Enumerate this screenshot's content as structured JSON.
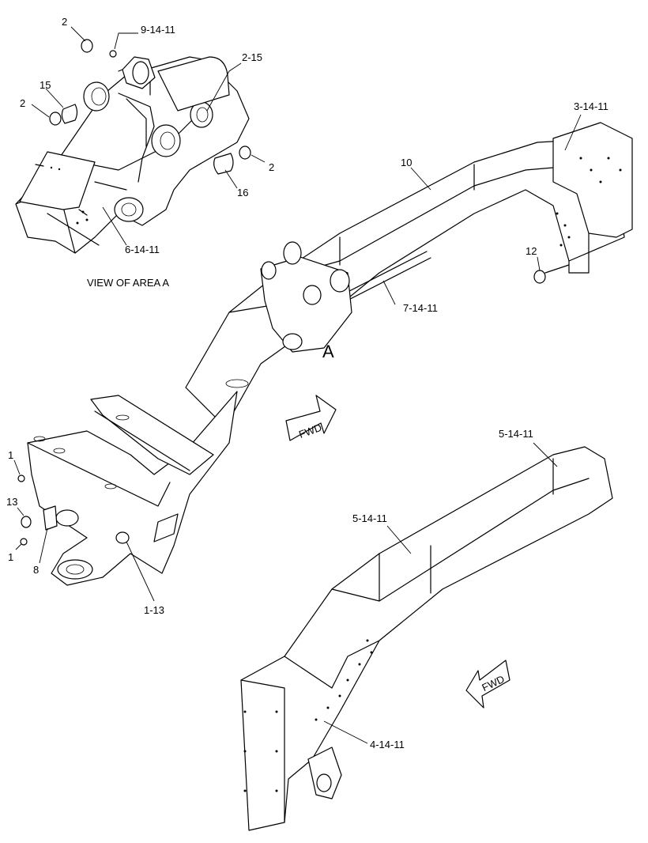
{
  "callouts": {
    "c_2_top": "2",
    "c_9_14_11": "9-14-11",
    "c_2_15": "2-15",
    "c_15": "15",
    "c_2_left": "2",
    "c_2_right": "2",
    "c_16": "16",
    "c_6_14_11": "6-14-11",
    "c_3_14_11": "3-14-11",
    "c_10": "10",
    "c_12": "12",
    "c_7_14_11": "7-14-11",
    "c_1_a": "1",
    "c_13": "13",
    "c_1_b": "1",
    "c_8": "8",
    "c_1_13": "1-13",
    "c_5_14_11_a": "5-14-11",
    "c_5_14_11_b": "5-14-11",
    "c_4_14_11": "4-14-11"
  },
  "view_label": "VIEW OF AREA  A",
  "area_marker": "A",
  "fwd_1": "FWD",
  "fwd_2": "FWD"
}
